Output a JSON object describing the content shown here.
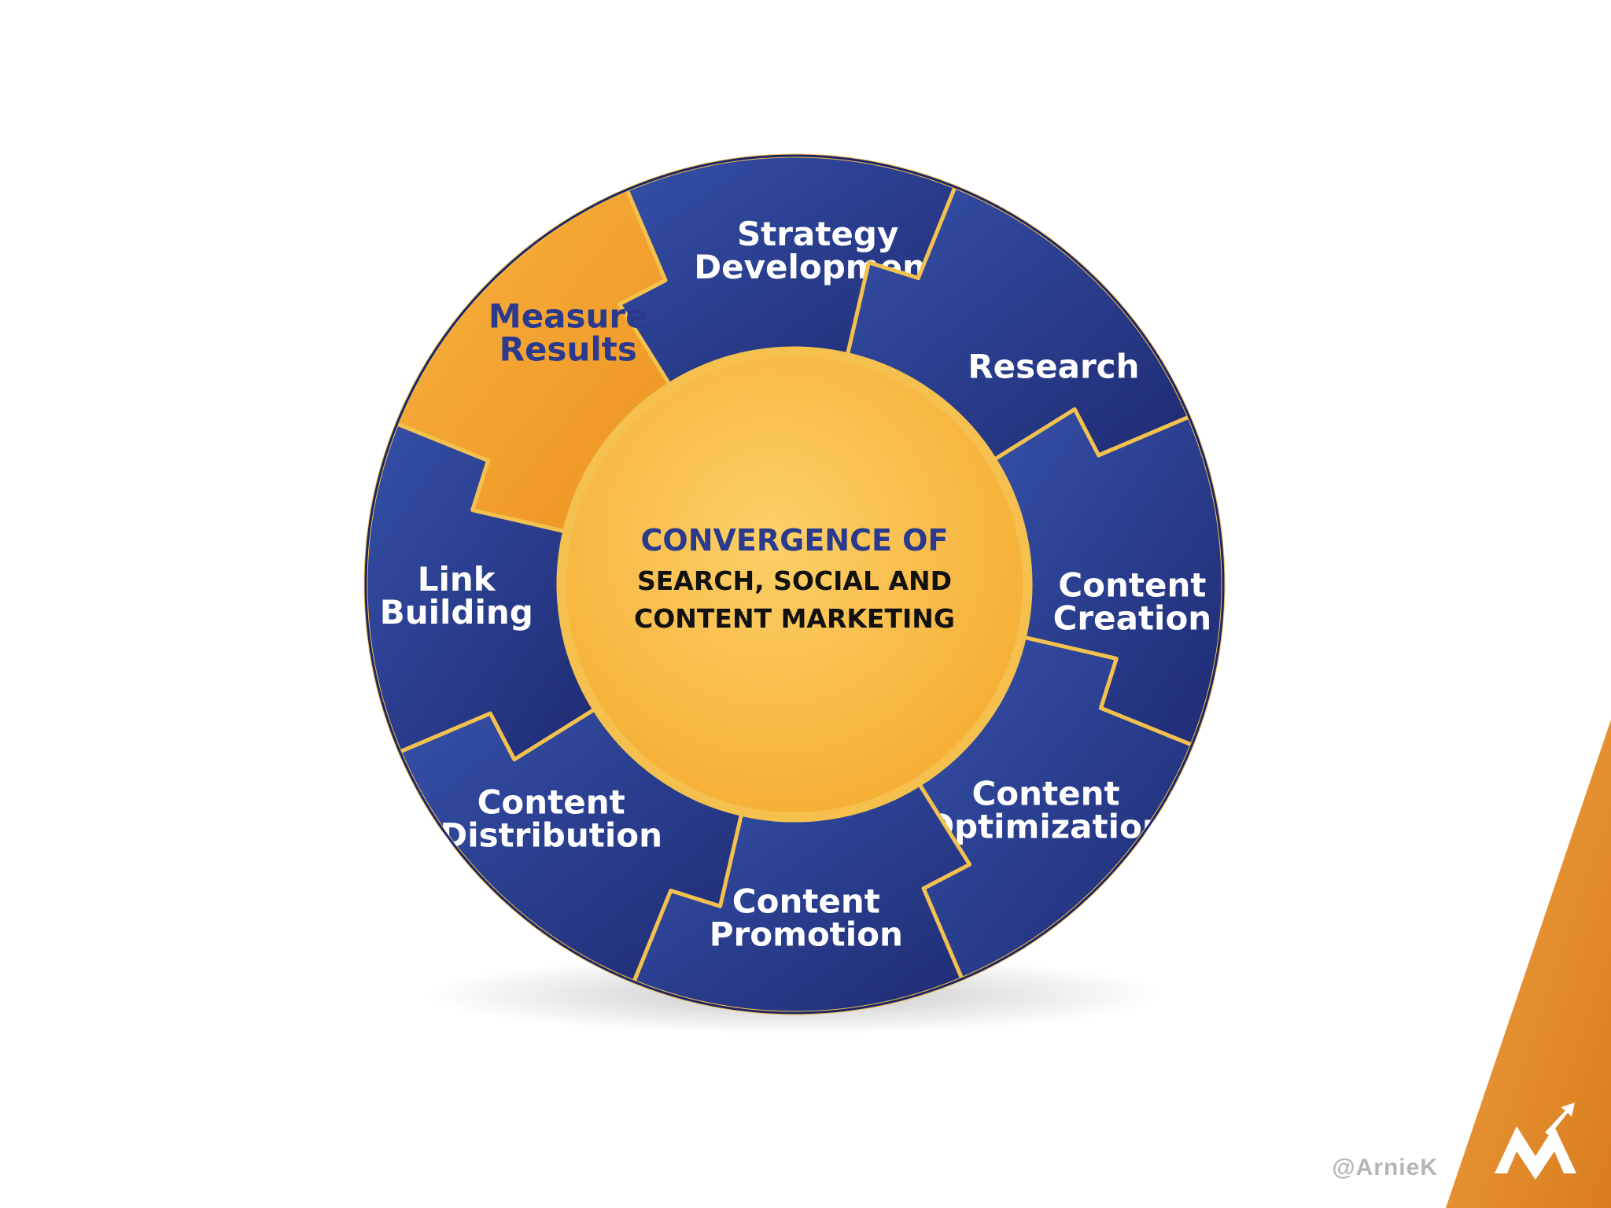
{
  "center": {
    "line1": "CONVERGENCE OF",
    "line2": "SEARCH, SOCIAL AND",
    "line3": "CONTENT MARKETING"
  },
  "segments": [
    {
      "name": "strategy-development",
      "lines": [
        "Strategy",
        "Development"
      ],
      "color": "blue"
    },
    {
      "name": "research",
      "lines": [
        "Research"
      ],
      "color": "blue"
    },
    {
      "name": "content-creation",
      "lines": [
        "Content",
        "Creation"
      ],
      "color": "blue"
    },
    {
      "name": "content-optimization",
      "lines": [
        "Content",
        "Optimization"
      ],
      "color": "blue"
    },
    {
      "name": "content-promotion",
      "lines": [
        "Content",
        "Promotion"
      ],
      "color": "blue"
    },
    {
      "name": "content-distribution",
      "lines": [
        "Content",
        "Distribution"
      ],
      "color": "blue"
    },
    {
      "name": "link-building",
      "lines": [
        "Link",
        "Building"
      ],
      "color": "blue"
    },
    {
      "name": "measure-results",
      "lines": [
        "Measure",
        "Results"
      ],
      "color": "orange"
    }
  ],
  "footer": {
    "handle": "@ArnieK"
  },
  "colors": {
    "navy": "#2a3a8c",
    "navy_dark": "#1f2a6e",
    "orange": "#f4a22d",
    "gold_center": "#f9bf45",
    "divider": "#f2c14e",
    "corner_orange": "#e68a22"
  }
}
